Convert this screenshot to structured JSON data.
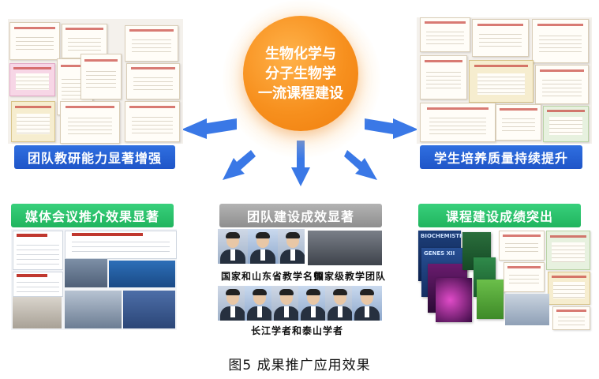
{
  "hub": {
    "line1": "生物化学与",
    "line2": "分子生物学",
    "line3": "一流课程建设",
    "color": "#f7901e"
  },
  "outcomes": {
    "top_left": "团队教研能力显著增强",
    "top_right": "学生培养质量持续提升",
    "mid_left": "媒体会议推介效果显著",
    "center": "团队建设成效显著",
    "mid_right": "课程建设成绩突出"
  },
  "team": {
    "caption_1": "国家和山东省教学名师",
    "caption_2": "国家级教学团队",
    "caption_3": "长江学者和泰山学者"
  },
  "figure_caption": "图5  成果推广应用效果",
  "colors": {
    "arrow": "#3a78e6",
    "blue_banner": "#1f55c8",
    "green_banner": "#20b45e",
    "gray_banner": "#8e8e8e"
  }
}
